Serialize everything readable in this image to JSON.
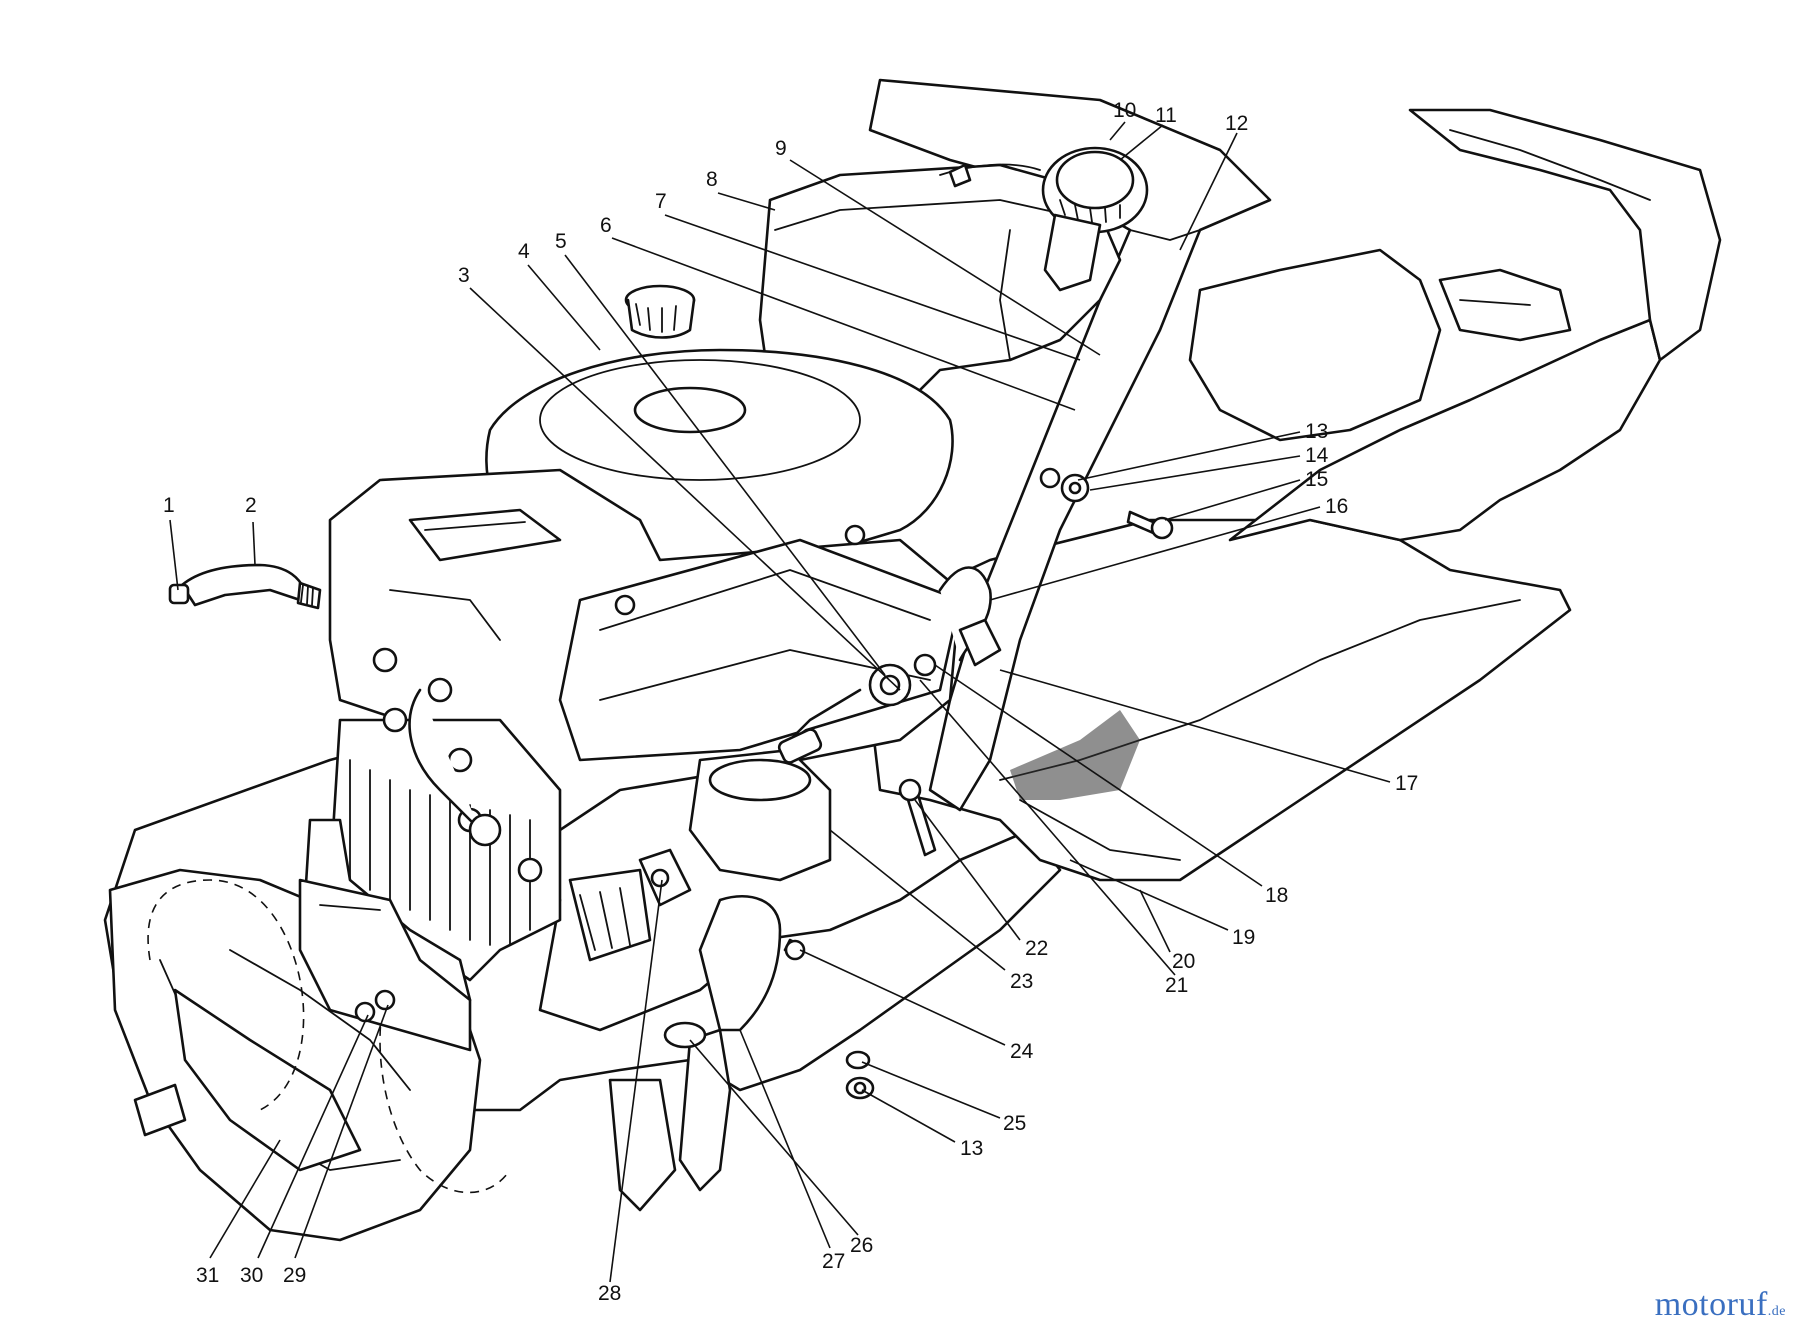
{
  "diagram": {
    "callouts": [
      {
        "id": "1",
        "label": "1"
      },
      {
        "id": "2",
        "label": "2"
      },
      {
        "id": "3",
        "label": "3"
      },
      {
        "id": "4",
        "label": "4"
      },
      {
        "id": "5",
        "label": "5"
      },
      {
        "id": "6",
        "label": "6"
      },
      {
        "id": "7",
        "label": "7"
      },
      {
        "id": "8",
        "label": "8"
      },
      {
        "id": "9",
        "label": "9"
      },
      {
        "id": "10",
        "label": "10"
      },
      {
        "id": "11",
        "label": "11"
      },
      {
        "id": "12",
        "label": "12"
      },
      {
        "id": "13a",
        "label": "13"
      },
      {
        "id": "14",
        "label": "14"
      },
      {
        "id": "15",
        "label": "15"
      },
      {
        "id": "16",
        "label": "16"
      },
      {
        "id": "17",
        "label": "17"
      },
      {
        "id": "18",
        "label": "18"
      },
      {
        "id": "19",
        "label": "19"
      },
      {
        "id": "20",
        "label": "20"
      },
      {
        "id": "21",
        "label": "21"
      },
      {
        "id": "22",
        "label": "22"
      },
      {
        "id": "23",
        "label": "23"
      },
      {
        "id": "24",
        "label": "24"
      },
      {
        "id": "25",
        "label": "25"
      },
      {
        "id": "13b",
        "label": "13"
      },
      {
        "id": "26",
        "label": "26"
      },
      {
        "id": "27",
        "label": "27"
      },
      {
        "id": "28",
        "label": "28"
      },
      {
        "id": "29",
        "label": "29"
      },
      {
        "id": "30",
        "label": "30"
      },
      {
        "id": "31",
        "label": "31"
      }
    ]
  },
  "watermark": {
    "brand": "motoruf",
    "tld": ".de"
  },
  "colors": {
    "ink": "#111111",
    "background": "#ffffff",
    "watermark": "#3a6fc0"
  }
}
